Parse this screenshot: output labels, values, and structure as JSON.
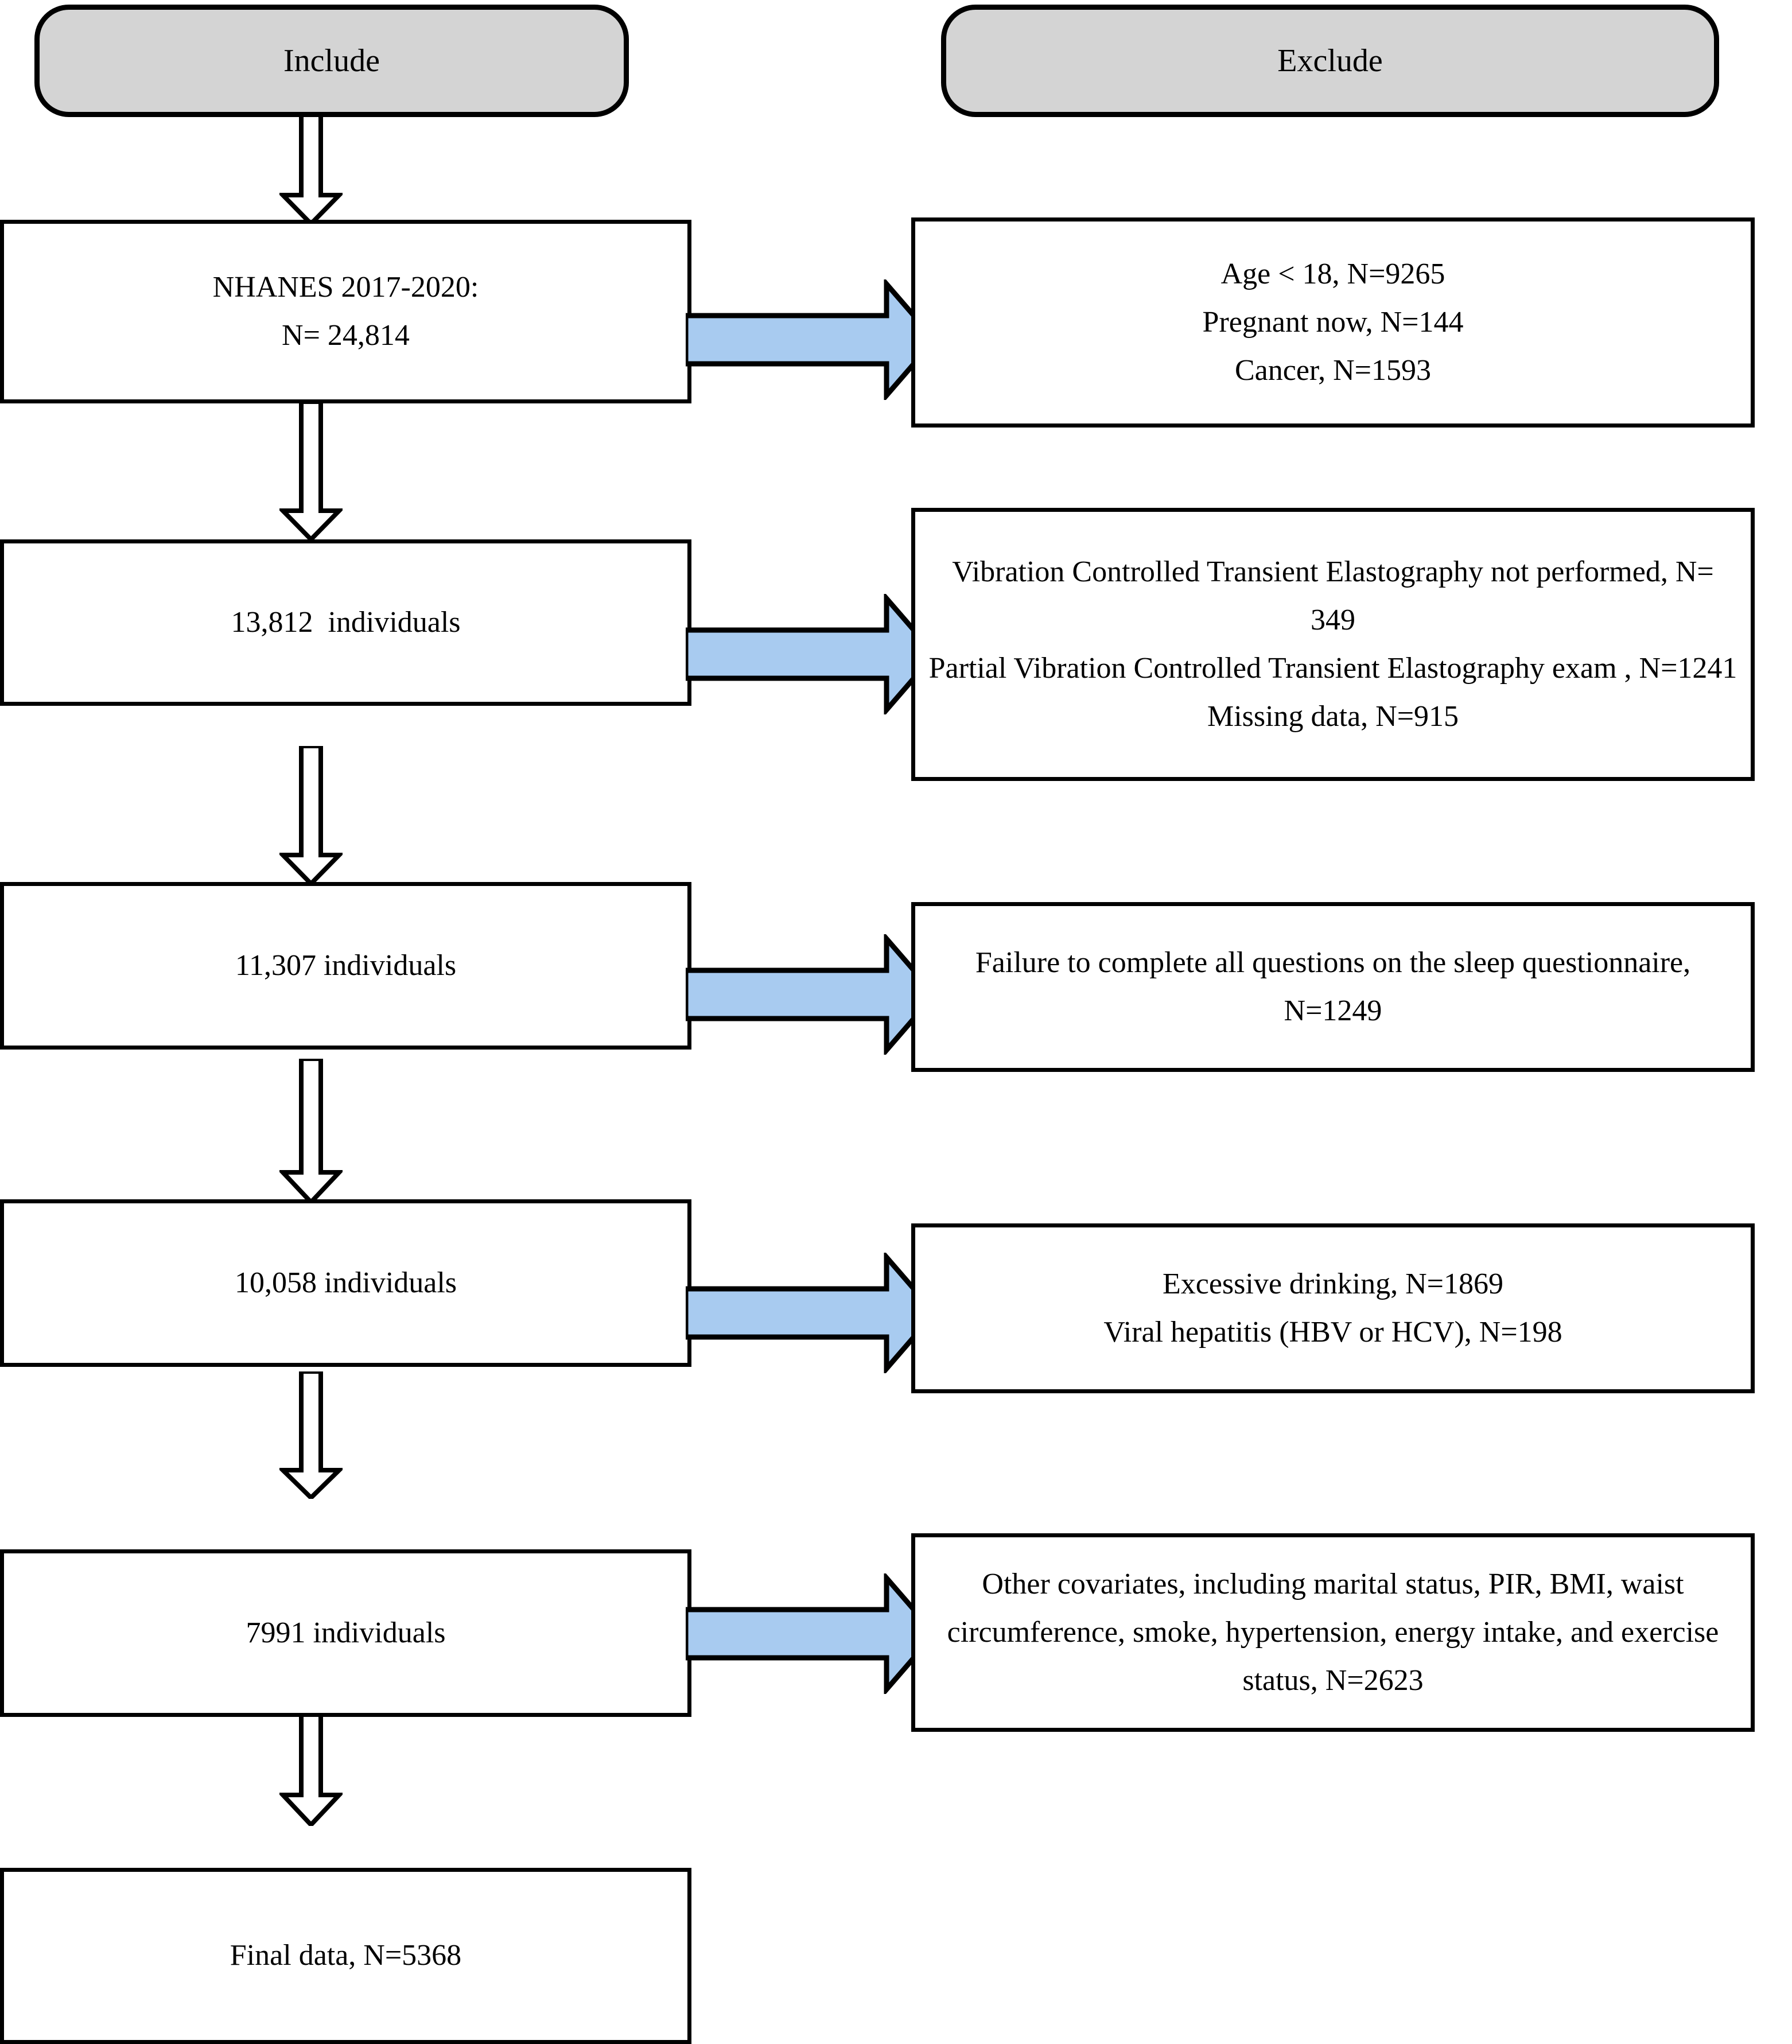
{
  "figure": {
    "type": "flowchart",
    "orientation": "top-to-bottom",
    "columns": [
      "Include",
      "Exclude"
    ]
  },
  "colors": {
    "header_fill": "#d4d4d4",
    "box_fill": "#ffffff",
    "box_stroke": "#000000",
    "exclusion_arrow_fill": "#a8cbf0",
    "flow_arrow_fill": "#ffffff",
    "flow_arrow_stroke": "#000000"
  },
  "headers": {
    "include": "Include",
    "exclude": "Exclude"
  },
  "include_nodes": [
    {
      "id": "nhanes",
      "lines": [
        "NHANES 2017-2020:",
        "N= 24,814"
      ]
    },
    {
      "id": "step1",
      "lines": [
        "13,812  individuals"
      ]
    },
    {
      "id": "step2",
      "lines": [
        "11,307 individuals"
      ]
    },
    {
      "id": "step3",
      "lines": [
        "10,058 individuals"
      ]
    },
    {
      "id": "step4",
      "lines": [
        "7991 individuals"
      ]
    },
    {
      "id": "final",
      "lines": [
        "Final data, N=5368"
      ]
    }
  ],
  "exclude_nodes": [
    {
      "id": "excl1",
      "lines": [
        "Age < 18, N=9265",
        "Pregnant now, N=144",
        "Cancer, N=1593"
      ]
    },
    {
      "id": "excl2",
      "lines": [
        "Vibration Controlled Transient Elastography not performed, N= 349",
        "Partial Vibration Controlled Transient Elastography exam , N=1241",
        "Missing data, N=915"
      ]
    },
    {
      "id": "excl3",
      "lines": [
        "Failure to complete all questions on the sleep questionnaire, N=1249"
      ]
    },
    {
      "id": "excl4",
      "lines": [
        "Excessive drinking, N=1869",
        "Viral hepatitis (HBV or HCV), N=198"
      ]
    },
    {
      "id": "excl5",
      "lines": [
        "Other covariates, including marital status, PIR, BMI, waist circumference, smoke, hypertension, energy intake, and exercise status, N=2623"
      ]
    }
  ]
}
